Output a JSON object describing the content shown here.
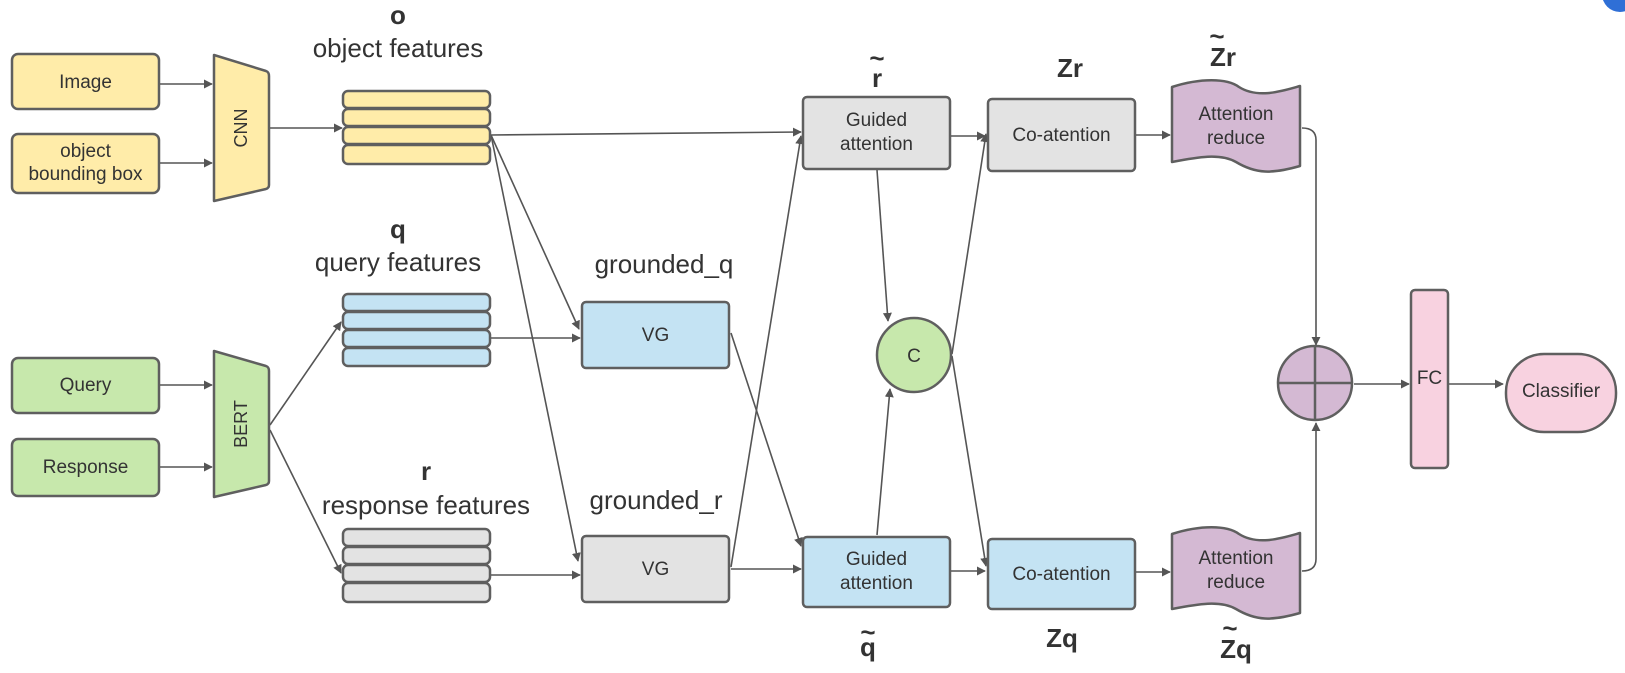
{
  "inputs": {
    "image": "Image",
    "bbox_line1": "object",
    "bbox_line2": "bounding box",
    "query": "Query",
    "response": "Response"
  },
  "encoders": {
    "cnn": "CNN",
    "bert": "BERT"
  },
  "features": {
    "object_symbol": "o",
    "object_label": "object features",
    "query_symbol": "q",
    "query_label": "query features",
    "response_symbol": "r",
    "response_label": "response features"
  },
  "grounding": {
    "grounded_q_label": "grounded_q",
    "grounded_r_label": "grounded_r",
    "vg": "VG"
  },
  "attention": {
    "guided_line1": "Guided",
    "guided_line2": "attention",
    "r_tilde_symbol": "r",
    "q_tilde_symbol": "q",
    "combine": "C",
    "coattention": "Co-atention",
    "zr_label": "Zr",
    "zq_label": "Zq",
    "reduce_line1": "Attention",
    "reduce_line2": "reduce",
    "zr_tilde_label": "Zr",
    "zq_tilde_label": "Zq"
  },
  "head": {
    "fc": "FC",
    "classifier": "Classifier"
  },
  "colors": {
    "yellow": "#ffeca9",
    "green": "#c7e8ac",
    "blue": "#c4e3f3",
    "gray": "#e3e3e3",
    "purple": "#d4b9d3",
    "pink": "#f8d2e0",
    "stroke": "#5f5f5f"
  }
}
